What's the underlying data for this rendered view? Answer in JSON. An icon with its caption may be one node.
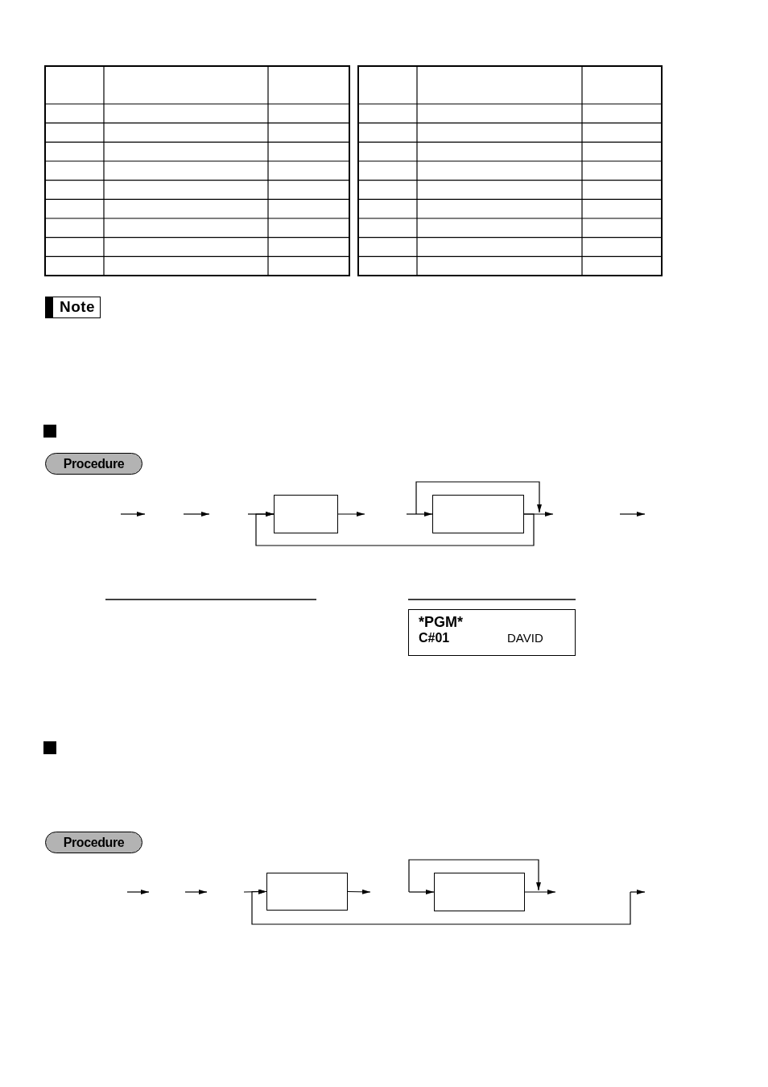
{
  "diagram": {
    "nodes": [
      {
        "text": [],
        "shape": "box"
      },
      {
        "text": [],
        "shape": "box"
      },
      {
        "text": [
          "*PGM*",
          "C#01",
          "DAVID"
        ]
      },
      {
        "text": [],
        "shape": "box"
      },
      {
        "text": [],
        "shape": "box"
      }
    ],
    "edges": [
      {
        "from": null,
        "to": 0,
        "arrow": "to"
      },
      {
        "from": 0,
        "to": null,
        "arrow": "to"
      },
      {
        "from": null,
        "to": 1,
        "arrow": "to"
      },
      {
        "from": 1,
        "to": null,
        "arrow": "to"
      },
      {
        "from": 1,
        "to": 0,
        "arrow": "to"
      },
      {
        "from": null,
        "to": 3,
        "arrow": "to"
      },
      {
        "from": 3,
        "to": null,
        "arrow": "to"
      },
      {
        "from": null,
        "to": 4,
        "arrow": "to"
      },
      {
        "from": 4,
        "to": null,
        "arrow": "to"
      },
      {
        "from": null,
        "to": 3,
        "arrow": "to"
      }
    ],
    "labels": [
      "Note",
      "Procedure",
      "Procedure"
    ]
  }
}
